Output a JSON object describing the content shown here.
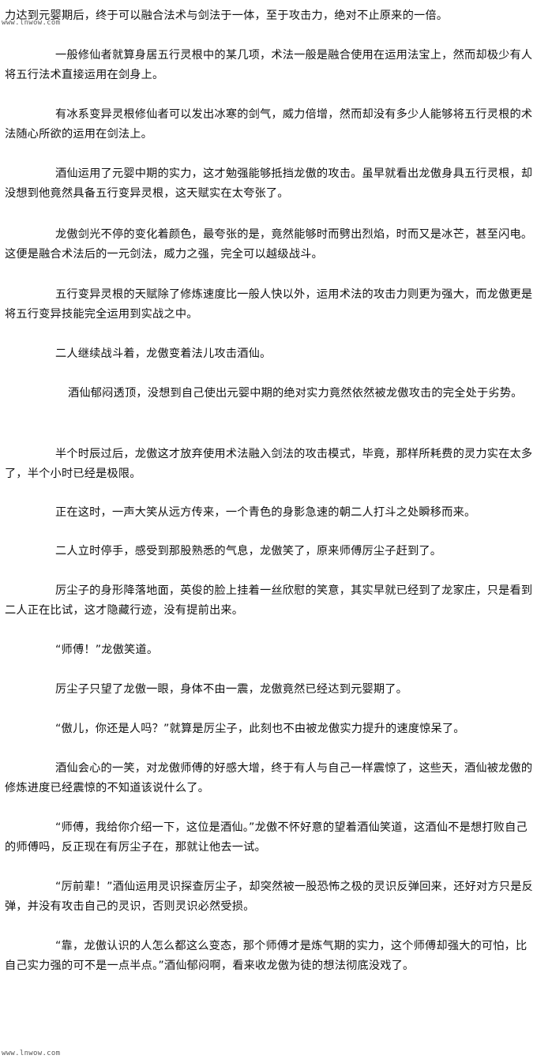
{
  "watermark": {
    "top": "www.lnwow.com",
    "bottom": "www.lnwow.com"
  },
  "paragraphs": [
    "力达到元婴期后，终于可以融合法术与剑法于一体，至于攻击力，绝对不止原来的一倍。",
    "一般修仙者就算身居五行灵根中的某几项，术法一般是融合使用在运用法宝上，然而却极少有人将五行法术直接运用在剑身上。",
    "有冰系变异灵根修仙者可以发出冰寒的剑气，威力倍增，然而却没有多少人能够将五行灵根的术法随心所欲的运用在剑法上。",
    "酒仙运用了元婴中期的实力，这才勉强能够抵挡龙傲的攻击。虽早就看出龙傲身具五行灵根，却没想到他竟然具备五行变异灵根，这天赋实在太夸张了。",
    "龙傲剑光不停的变化着颜色，最夸张的是，竟然能够时而劈出烈焰，时而又是冰芒，甚至闪电。这便是融合术法后的一元剑法，威力之强，完全可以越级战斗。",
    "五行变异灵根的天赋除了修炼速度比一般人快以外，运用术法的攻击力则更为强大，而龙傲更是将五行变异技能完全运用到实战之中。",
    "二人继续战斗着，龙傲变着法儿攻击酒仙。",
    "酒仙郁闷透顶，没想到自己使出元婴中期的绝对实力竟然依然被龙傲攻击的完全处于劣势。",
    "半个时辰过后，龙傲这才放弃使用术法融入剑法的攻击模式，毕竟，那样所耗费的灵力实在太多了，半个小时已经是极限。",
    "正在这时，一声大笑从远方传来，一个青色的身影急速的朝二人打斗之处瞬移而来。",
    "二人立时停手，感受到那股熟悉的气息，龙傲笑了，原来师傅厉尘子赶到了。",
    "厉尘子的身形降落地面，英俊的脸上挂着一丝欣慰的笑意，其实早就已经到了龙家庄，只是看到二人正在比试，这才隐藏行迹，没有提前出来。",
    "“师傅！”龙傲笑道。",
    "厉尘子只望了龙傲一眼，身体不由一震，龙傲竟然已经达到元婴期了。",
    "“傲儿，你还是人吗？”就算是厉尘子，此刻也不由被龙傲实力提升的速度惊呆了。",
    "酒仙会心的一笑，对龙傲师傅的好感大增，终于有人与自己一样震惊了，这些天，酒仙被龙傲的修炼进度已经震惊的不知道该说什么了。",
    "“师傅，我给你介绍一下，这位是酒仙。”龙傲不怀好意的望着酒仙笑道，这酒仙不是想打败自己的师傅吗，反正现在有厉尘子在，那就让他去一试。",
    "“厉前辈！”酒仙运用灵识探查厉尘子，却突然被一股恐怖之极的灵识反弹回来，还好对方只是反弹，并没有攻击自己的灵识，否则灵识必然受损。",
    "“靠，龙傲认识的人怎么都这么变态，那个师傅才是炼气期的实力，这个师傅却强大的可怕，比自己实力强的可不是一点半点。”酒仙郁闷啊，看来收龙傲为徒的想法彻底没戏了。"
  ]
}
